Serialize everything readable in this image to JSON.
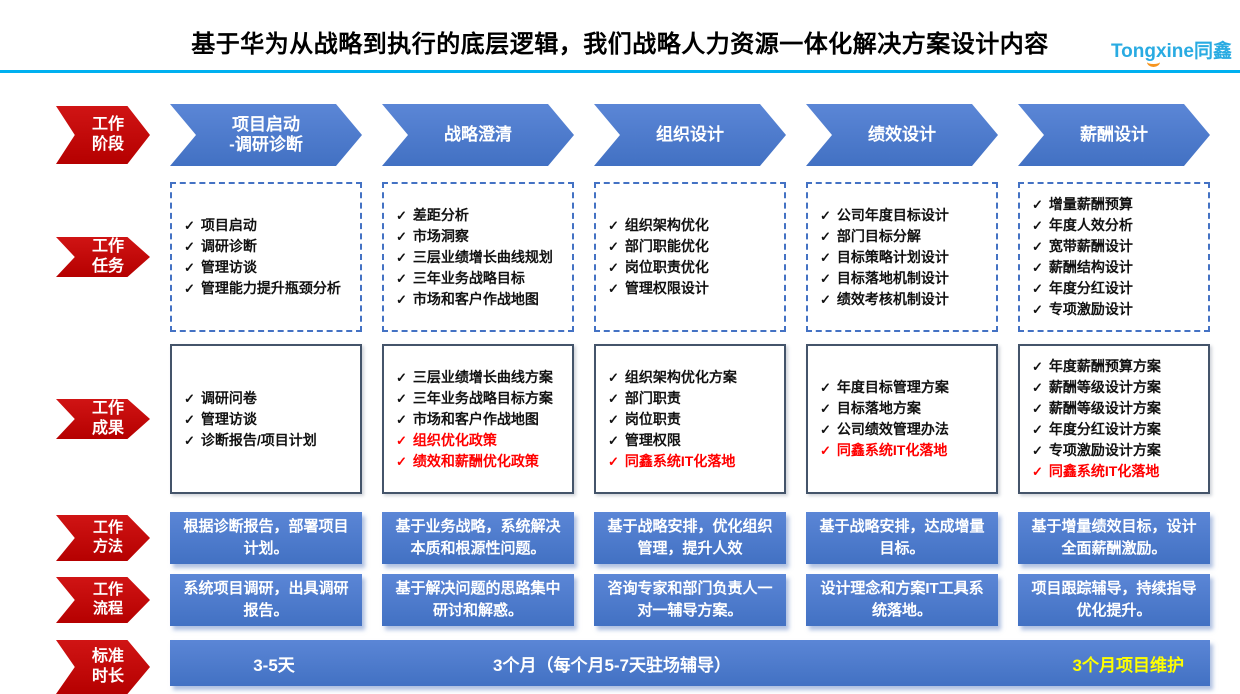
{
  "colors": {
    "accent_blue": "#4472C4",
    "label_red": "#C00000",
    "highlight_red": "#FF0000",
    "highlight_yellow": "#FFFF00",
    "header_rule_cyan": "#00B0F0",
    "logo_blue": "#29ABE2",
    "logo_orange": "#F7941D"
  },
  "header": {
    "title": "基于华为从战略到执行的底层逻辑，我们战略人力资源一体化解决方案设计内容",
    "logo_text": "Tongxine",
    "logo_suffix": "同鑫"
  },
  "rows": {
    "stage": "工作\n阶段",
    "task": "工作\n任务",
    "result": "工作\n成果",
    "method": "工作\n方法",
    "process": "工作\n流程",
    "duration": "标准\n时长"
  },
  "stages": [
    "项目启动\n-调研诊断",
    "战略澄清",
    "组织设计",
    "绩效设计",
    "薪酬设计"
  ],
  "tasks": {
    "columns": [
      {
        "items": [
          {
            "text": "项目启动",
            "red": false
          },
          {
            "text": "调研诊断",
            "red": false
          },
          {
            "text": "管理访谈",
            "red": false
          },
          {
            "text": "管理能力提升瓶颈分析",
            "red": false
          }
        ]
      },
      {
        "items": [
          {
            "text": "差距分析",
            "red": false
          },
          {
            "text": "市场洞察",
            "red": false
          },
          {
            "text": "三层业绩增长曲线规划",
            "red": false
          },
          {
            "text": "三年业务战略目标",
            "red": false
          },
          {
            "text": "市场和客户作战地图",
            "red": false
          }
        ]
      },
      {
        "items": [
          {
            "text": "组织架构优化",
            "red": false
          },
          {
            "text": "部门职能优化",
            "red": false
          },
          {
            "text": "岗位职责优化",
            "red": false
          },
          {
            "text": "管理权限设计",
            "red": false
          }
        ]
      },
      {
        "items": [
          {
            "text": "公司年度目标设计",
            "red": false
          },
          {
            "text": "部门目标分解",
            "red": false
          },
          {
            "text": "目标策略计划设计",
            "red": false
          },
          {
            "text": "目标落地机制设计",
            "red": false
          },
          {
            "text": "绩效考核机制设计",
            "red": false
          }
        ]
      },
      {
        "items": [
          {
            "text": "增量薪酬预算",
            "red": false
          },
          {
            "text": "年度人效分析",
            "red": false
          },
          {
            "text": "宽带薪酬设计",
            "red": false
          },
          {
            "text": "薪酬结构设计",
            "red": false
          },
          {
            "text": "年度分红设计",
            "red": false
          },
          {
            "text": "专项激励设计",
            "red": false
          }
        ]
      }
    ]
  },
  "results": {
    "columns": [
      {
        "items": [
          {
            "text": "调研问卷",
            "red": false
          },
          {
            "text": "管理访谈",
            "red": false
          },
          {
            "text": "诊断报告/项目计划",
            "red": false
          }
        ]
      },
      {
        "items": [
          {
            "text": "三层业绩增长曲线方案",
            "red": false
          },
          {
            "text": "三年业务战略目标方案",
            "red": false
          },
          {
            "text": "市场和客户作战地图",
            "red": false
          },
          {
            "text": "组织优化政策",
            "red": true
          },
          {
            "text": "绩效和薪酬优化政策",
            "red": true
          }
        ]
      },
      {
        "items": [
          {
            "text": "组织架构优化方案",
            "red": false
          },
          {
            "text": "部门职责",
            "red": false
          },
          {
            "text": "岗位职责",
            "red": false
          },
          {
            "text": "管理权限",
            "red": false
          },
          {
            "text": "同鑫系统IT化落地",
            "red": true
          }
        ]
      },
      {
        "items": [
          {
            "text": "年度目标管理方案",
            "red": false
          },
          {
            "text": "目标落地方案",
            "red": false
          },
          {
            "text": "公司绩效管理办法",
            "red": false
          },
          {
            "text": "同鑫系统IT化落地",
            "red": true
          }
        ]
      },
      {
        "items": [
          {
            "text": "年度薪酬预算方案",
            "red": false
          },
          {
            "text": "薪酬等级设计方案",
            "red": false
          },
          {
            "text": "薪酬等级设计方案",
            "red": false
          },
          {
            "text": "年度分红设计方案",
            "red": false
          },
          {
            "text": "专项激励设计方案",
            "red": false
          },
          {
            "text": "同鑫系统IT化落地",
            "red": true
          }
        ]
      }
    ]
  },
  "methods": [
    "根据诊断报告，部署项目计划。",
    "基于业务战略，系统解决本质和根源性问题。",
    "基于战略安排，优化组织管理，提升人效",
    "基于战略安排，达成增量目标。",
    "基于增量绩效目标，设计全面薪酬激励。"
  ],
  "process": [
    "系统项目调研，出具调研报告。",
    "基于解决问题的思路集中研讨和解惑。",
    "咨询专家和部门负责人一对一辅导方案。",
    "设计理念和方案IT工具系统落地。",
    "项目跟踪辅导，持续指导优化提升。"
  ],
  "duration": {
    "left": "3-5天",
    "middle": "3个月（每个月5-7天驻场辅导）",
    "right": "3个月项目维护"
  },
  "icons": {
    "check": "✓"
  }
}
